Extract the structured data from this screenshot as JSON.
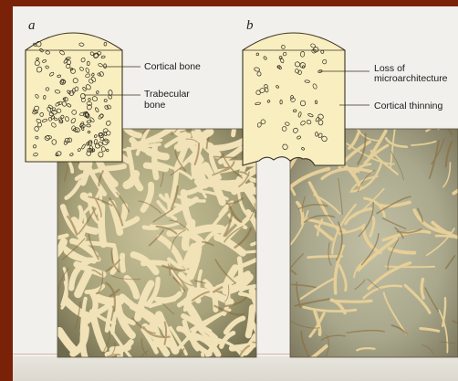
{
  "panels": [
    {
      "letter": "a",
      "labels": [
        "Cortical bone",
        "Trabecular",
        "bone"
      ]
    },
    {
      "letter": "b",
      "labels": [
        "Loss of",
        "microarchitecture",
        "Cortical thinning"
      ]
    }
  ],
  "colors": {
    "frame": "#7a2208",
    "page": "#f1f0ec",
    "bone_fill": "#f9eec0",
    "photo_background": "#a3a27a",
    "trabecular_strut": "#f0dfb4",
    "outline": "#3a3222"
  }
}
